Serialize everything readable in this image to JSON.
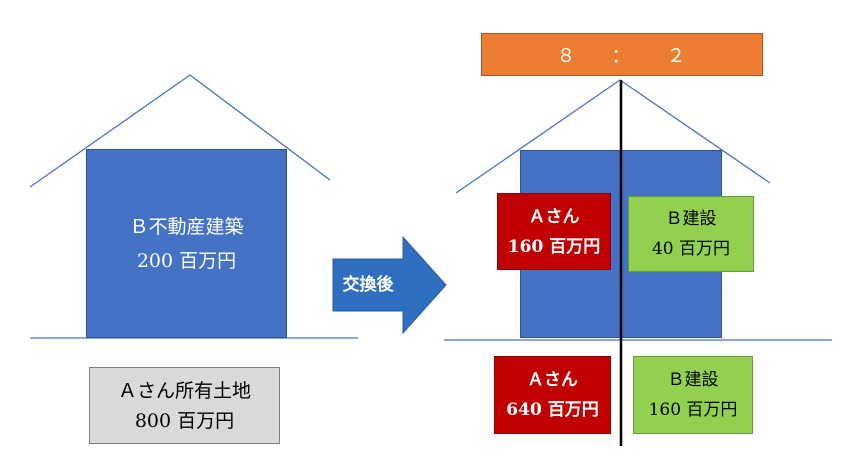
{
  "left_house": {
    "building_label": "Ｂ不動産建築",
    "building_value": "200 百万円",
    "land_label": "Ａさん所有土地",
    "land_value": "800 百万円"
  },
  "arrow": {
    "label": "交換後"
  },
  "right_house": {
    "ratio": {
      "left": "８",
      "sep": "：",
      "right": "２"
    },
    "top_left": {
      "label": "Ａさん",
      "value": "160 百万円"
    },
    "top_right": {
      "label": "Ｂ建設",
      "value": "40 百万円"
    },
    "bottom_left": {
      "label": "Ａさん",
      "value": "640 百万円"
    },
    "bottom_right": {
      "label": "Ｂ建設",
      "value": "160 百万円"
    }
  },
  "colors": {
    "blue": "#4472c4",
    "line_blue": "#4a72c4",
    "orange": "#ed7d31",
    "red": "#c00000",
    "green": "#92d050",
    "gray": "#d9d9d9"
  }
}
